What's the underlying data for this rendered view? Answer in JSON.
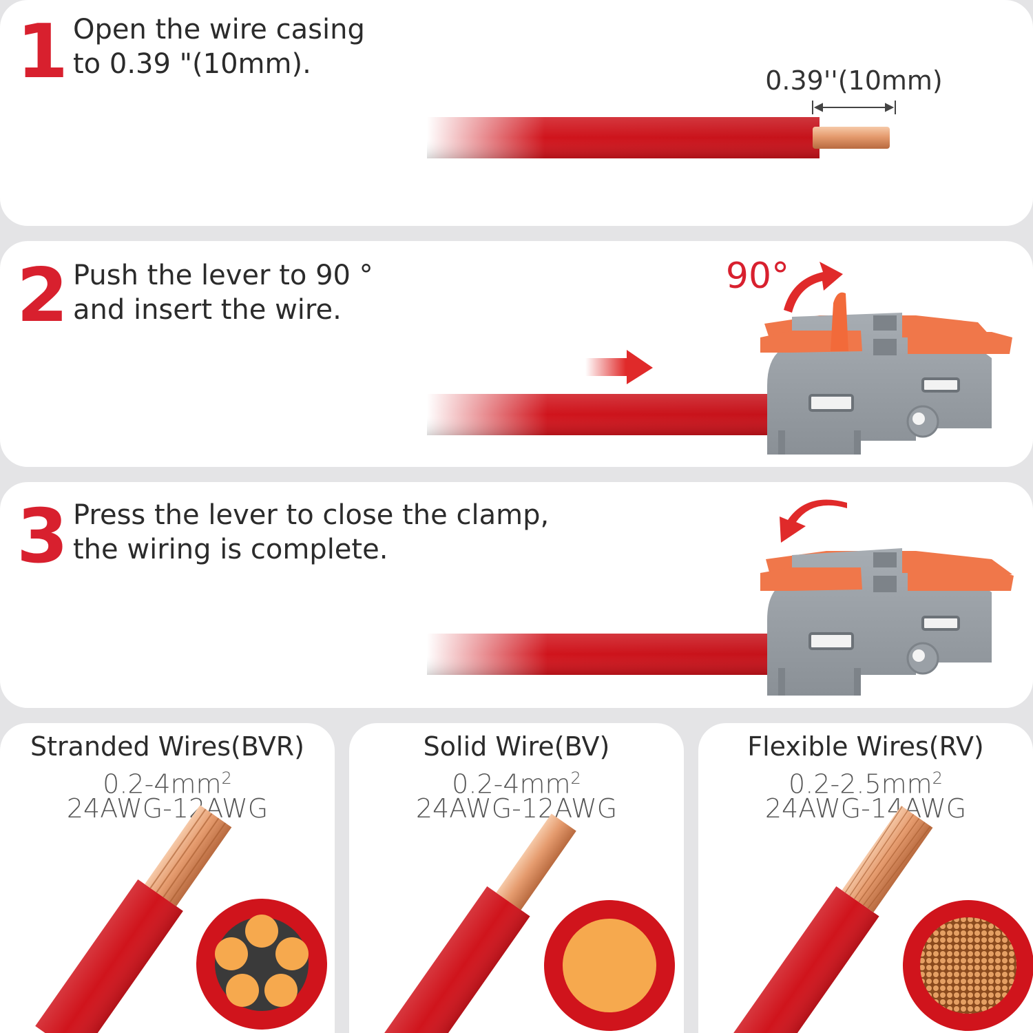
{
  "steps": [
    {
      "number": "1",
      "lines": [
        "Open the wire casing",
        "to 0.39 \"(10mm)."
      ],
      "measurement_label": "0.39''(10mm)"
    },
    {
      "number": "2",
      "lines": [
        "Push the lever to 90 °",
        "and insert the wire."
      ],
      "angle_label": "90°"
    },
    {
      "number": "3",
      "lines": [
        "Press the lever to close the clamp,",
        "the wiring is complete."
      ]
    }
  ],
  "wire_types": [
    {
      "title": "Stranded Wires(BVR)",
      "range": "0.2-4mm",
      "unit_sup": "2",
      "awg": "24AWG-12AWG"
    },
    {
      "title": "Solid Wire(BV)",
      "range": "0.2-4mm",
      "unit_sup": "2",
      "awg": "24AWG-12AWG"
    },
    {
      "title": "Flexible Wires(RV)",
      "range": "0.2-2.5mm",
      "unit_sup": "2",
      "awg": "24AWG-14AWG"
    }
  ],
  "colors": {
    "accent_red": "#d8202e",
    "wire_red": "#d0141c",
    "copper": "#e7a27a",
    "connector_gray": "#9aa0a6",
    "lever_orange": "#f0774a"
  },
  "icons": [
    "dimension-arrow-icon",
    "curved-arrow-icon",
    "insert-arrow-icon",
    "connector-icon",
    "wire-cross-section-icon"
  ]
}
